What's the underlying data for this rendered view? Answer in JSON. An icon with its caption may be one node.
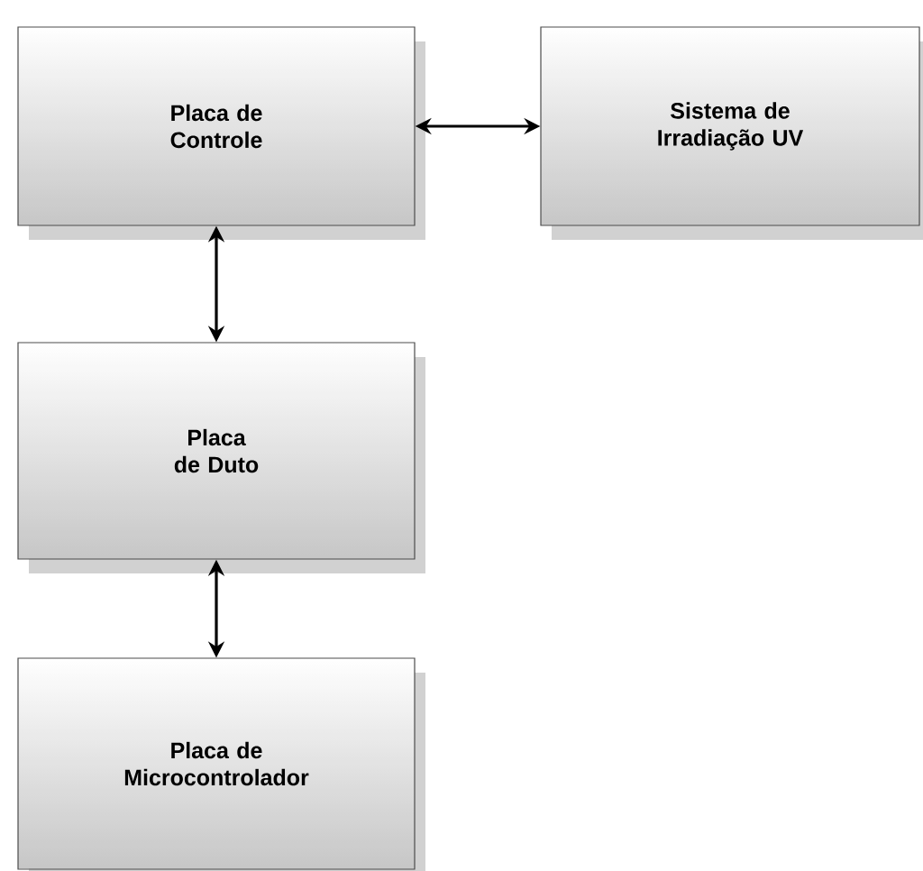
{
  "diagram": {
    "nodes": [
      {
        "text": [
          "Placa de Controle"
        ]
      },
      {
        "text": [
          "Sistema de Irradiação UV"
        ]
      },
      {
        "text": [
          "Placa de Duto"
        ]
      },
      {
        "text": [
          "Placa de Microcontrolador"
        ]
      }
    ],
    "edges": [
      {
        "from": 0,
        "to": 1,
        "arrow": "both"
      },
      {
        "from": 0,
        "to": 2,
        "arrow": "both"
      },
      {
        "from": 2,
        "to": 3,
        "arrow": "both"
      }
    ]
  }
}
